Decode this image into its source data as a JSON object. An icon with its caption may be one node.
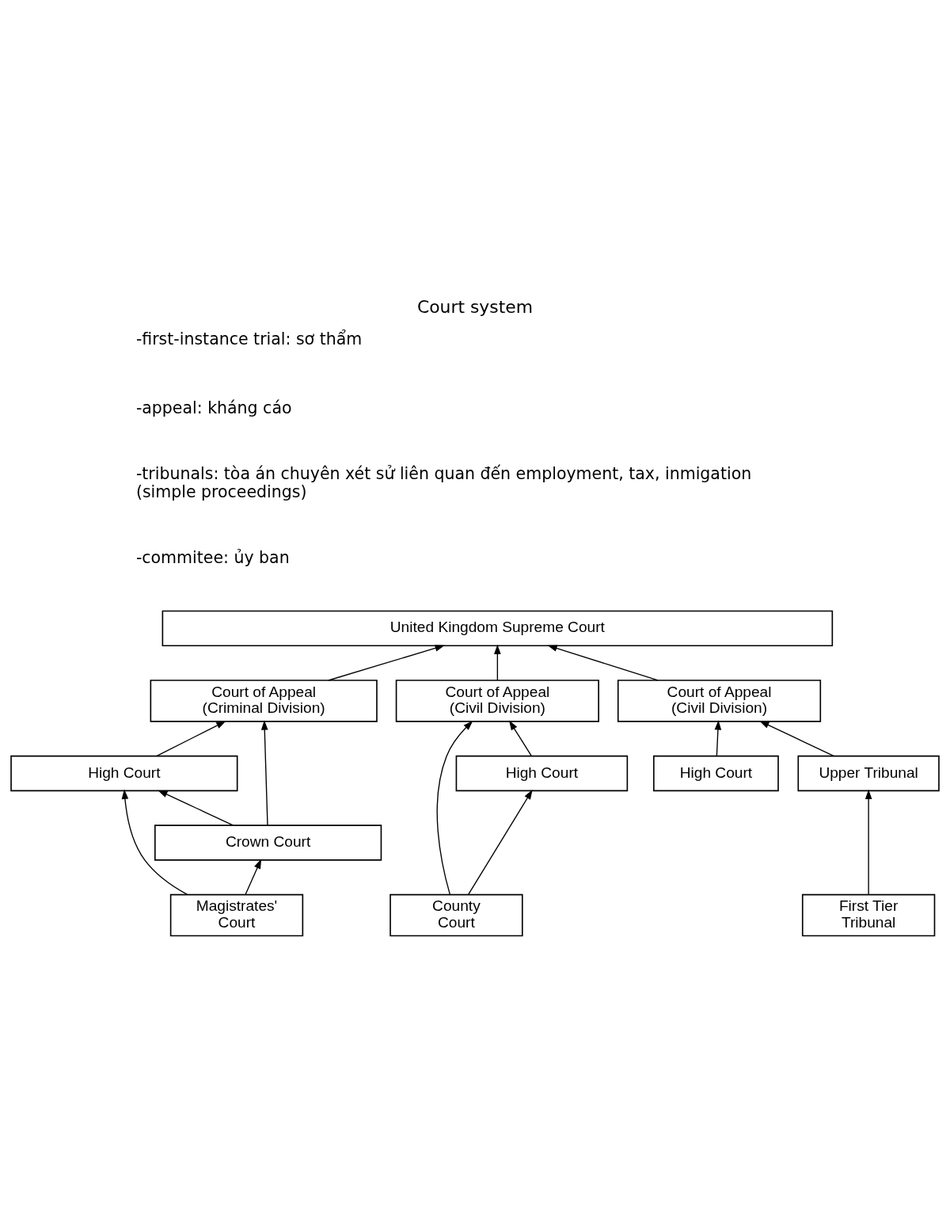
{
  "diagram": {
    "title": "Court system",
    "nodes": [
      {
        "text": [
          "United Kingdom Supreme Court"
        ]
      },
      {
        "text": [
          "Court of Appeal (Criminal Division)"
        ]
      },
      {
        "text": [
          "Court of Appeal (Civil Division)"
        ]
      },
      {
        "text": [
          "Court of Appeal (Civil Division)"
        ]
      },
      {
        "text": [
          "High Court"
        ]
      },
      {
        "text": [
          "High Court"
        ]
      },
      {
        "text": [
          "High Court"
        ]
      },
      {
        "text": [
          "Upper Tribunal"
        ]
      },
      {
        "text": [
          "Crown Court"
        ]
      },
      {
        "text": [
          "Magistrates' Court"
        ]
      },
      {
        "text": [
          "County Court"
        ]
      },
      {
        "text": [
          "First Tier Tribunal"
        ]
      }
    ],
    "edges": [
      {
        "from": 1,
        "to": 0,
        "arrow": "to"
      },
      {
        "from": 2,
        "to": 0,
        "arrow": "to"
      },
      {
        "from": 3,
        "to": 0,
        "arrow": "to"
      },
      {
        "from": 4,
        "to": 1,
        "arrow": "to"
      },
      {
        "from": 8,
        "to": 4,
        "arrow": "to"
      },
      {
        "from": 9,
        "to": 8,
        "arrow": "to"
      },
      {
        "from": 8,
        "to": 1,
        "arrow": "to"
      },
      {
        "from": 9,
        "to": 4,
        "arrow": "to"
      },
      {
        "from": 5,
        "to": 2,
        "arrow": "to"
      },
      {
        "from": 10,
        "to": 5,
        "arrow": "to"
      },
      {
        "from": 10,
        "to": 2,
        "arrow": "to"
      },
      {
        "from": 6,
        "to": 3,
        "arrow": "to"
      },
      {
        "from": 7,
        "to": 3,
        "arrow": "to"
      },
      {
        "from": 11,
        "to": 7,
        "arrow": "to"
      }
    ],
    "labels": [
      "-first-instance trial: sơ thẩm",
      "-appeal: kháng cáo",
      "-tribunals: tòa án chuyên xét sử liên quan đến employment, tax, inmigation (simple proceedings)",
      "-commitee: ủy ban"
    ]
  }
}
